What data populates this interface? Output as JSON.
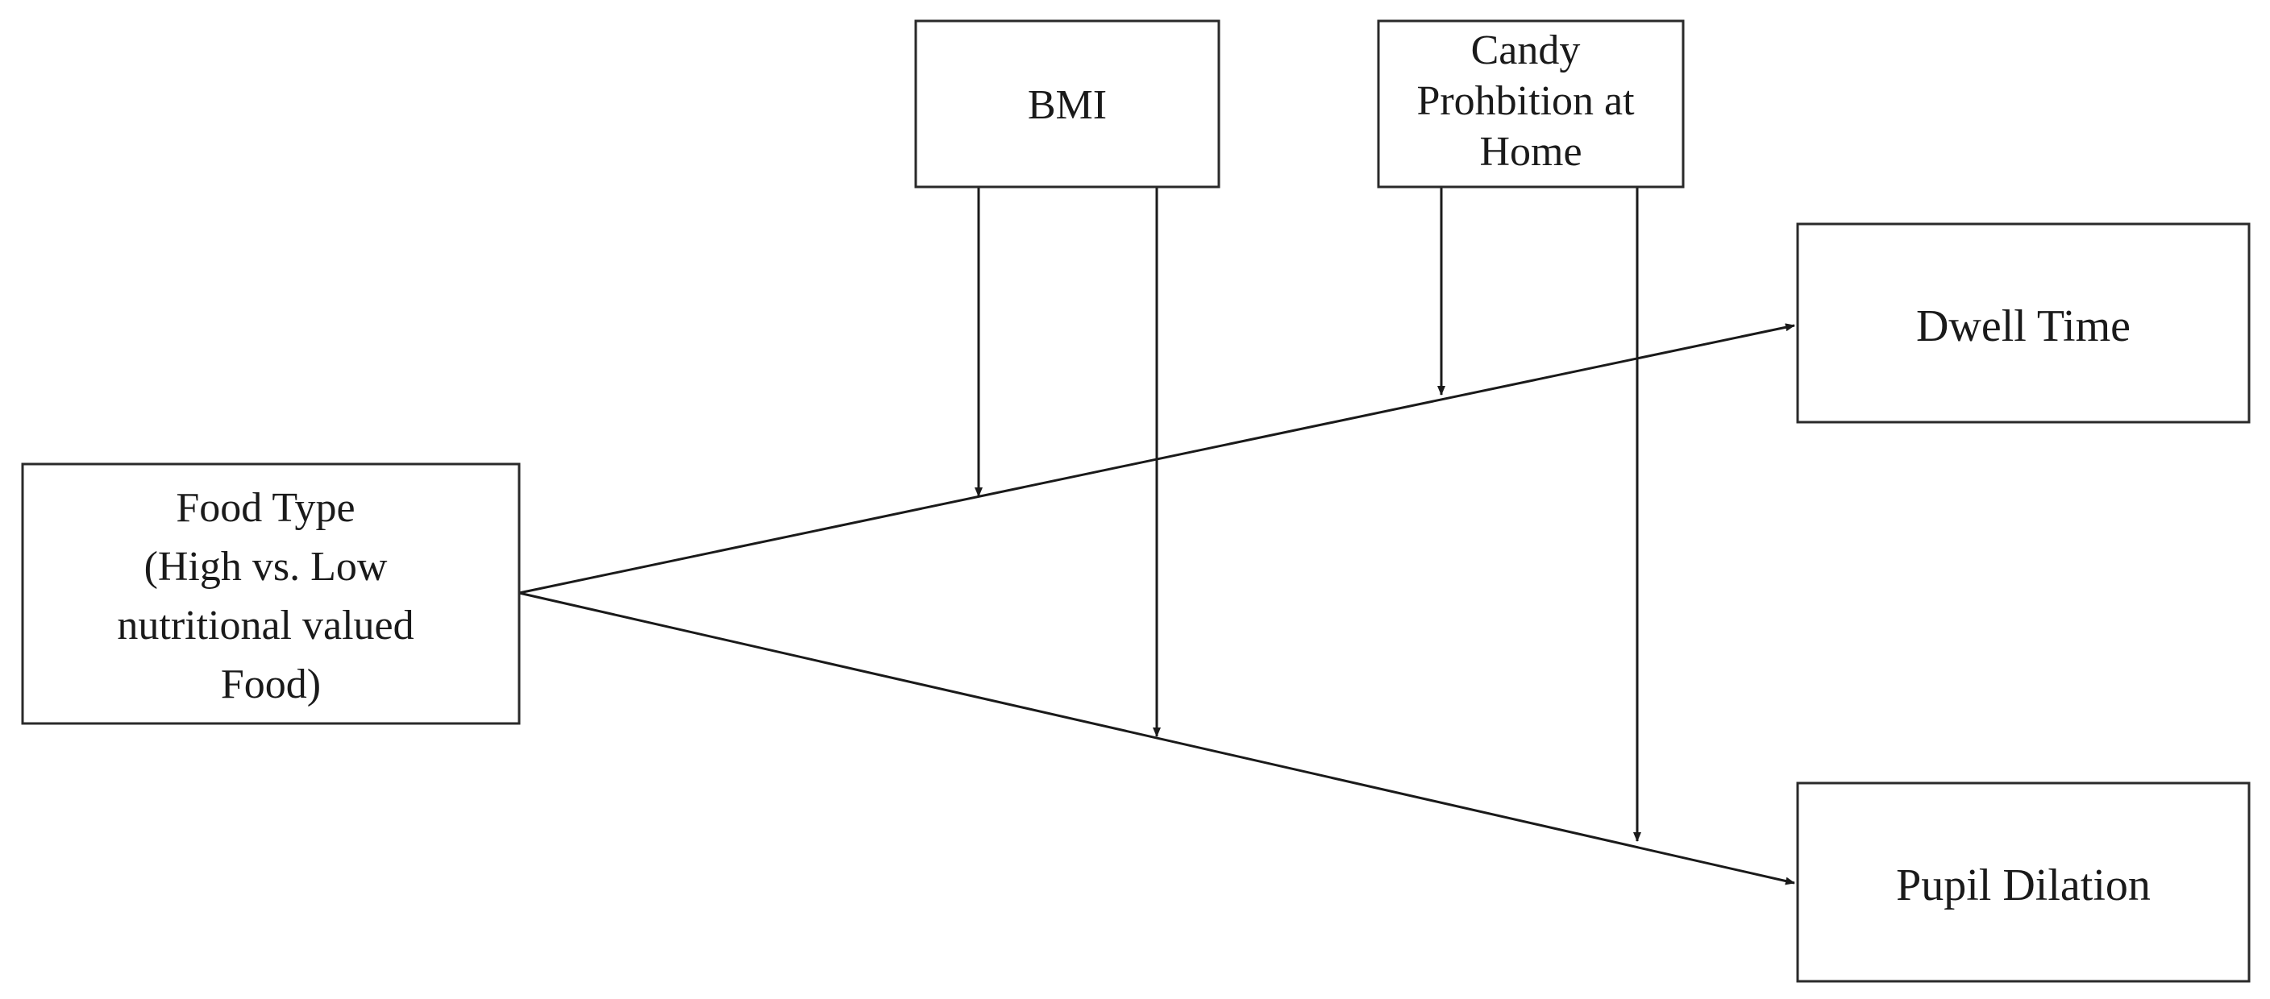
{
  "nodes": {
    "food_type": {
      "lines": [
        "Food Type",
        "(High vs. Low",
        "nutritional valued",
        "Food)"
      ]
    },
    "bmi": {
      "lines": [
        "BMI"
      ]
    },
    "candy": {
      "lines": [
        "Candy",
        "Prohbition at",
        "Home"
      ]
    },
    "dwell": {
      "lines": [
        "Dwell Time"
      ]
    },
    "pupil": {
      "lines": [
        "Pupil Dilation"
      ]
    }
  },
  "edges": [
    {
      "from": "food_type",
      "to": "dwell",
      "kind": "direct-effect"
    },
    {
      "from": "food_type",
      "to": "pupil",
      "kind": "direct-effect"
    },
    {
      "from": "bmi",
      "to": "food_type-dwell",
      "kind": "moderation"
    },
    {
      "from": "bmi",
      "to": "food_type-pupil",
      "kind": "moderation"
    },
    {
      "from": "candy",
      "to": "food_type-dwell",
      "kind": "moderation"
    },
    {
      "from": "candy",
      "to": "food_type-pupil",
      "kind": "moderation"
    }
  ]
}
